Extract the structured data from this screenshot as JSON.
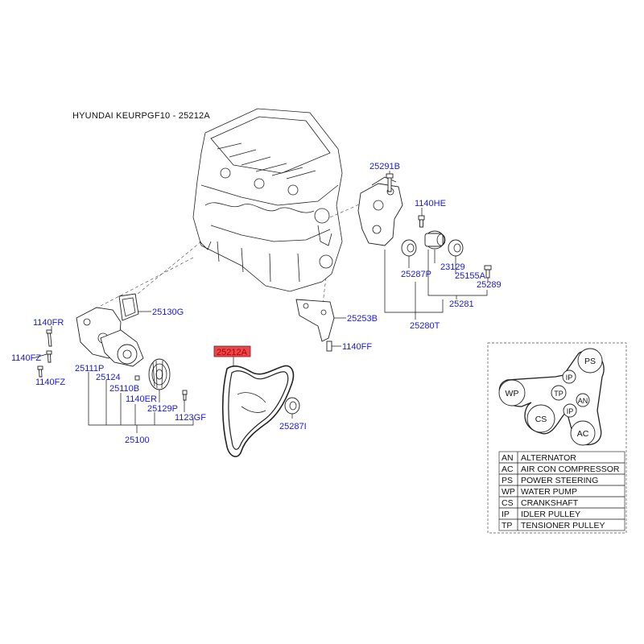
{
  "title": "HYUNDAI KEURPGF10 - 25212A",
  "parts": {
    "p25291B": "25291B",
    "p1140HE": "1140HE",
    "p23129": "23129",
    "p25155A": "25155A",
    "p25289": "25289",
    "p25287P": "25287P",
    "p25281": "25281",
    "p25280T": "25280T",
    "p25253B": "25253B",
    "p1140FF": "1140FF",
    "p25130G": "25130G",
    "p1140FR": "1140FR",
    "p1140FZ_a": "1140FZ",
    "p1140FZ_b": "1140FZ",
    "p25111P": "25111P",
    "p25124": "25124",
    "p25110B": "25110B",
    "p1140ER": "1140ER",
    "p25129P": "25129P",
    "p1123GF": "1123GF",
    "p25100": "25100",
    "p25212A": "25212A",
    "p25287I": "25287I"
  },
  "highlight_color": "#e8474c",
  "part_label_color": "#1a1ad6",
  "belt_diagram": {
    "pulleys": {
      "PS": "PS",
      "IP1": "IP",
      "WP": "WP",
      "TP": "TP",
      "AN": "AN",
      "IP2": "IP",
      "CS": "CS",
      "AC": "AC"
    }
  },
  "legend": [
    {
      "code": "AN",
      "name": "ALTERNATOR"
    },
    {
      "code": "AC",
      "name": "AIR CON COMPRESSOR"
    },
    {
      "code": "PS",
      "name": "POWER STEERING"
    },
    {
      "code": "WP",
      "name": "WATER PUMP"
    },
    {
      "code": "CS",
      "name": "CRANKSHAFT"
    },
    {
      "code": "IP",
      "name": "IDLER PULLEY"
    },
    {
      "code": "TP",
      "name": "TENSIONER PULLEY"
    }
  ]
}
